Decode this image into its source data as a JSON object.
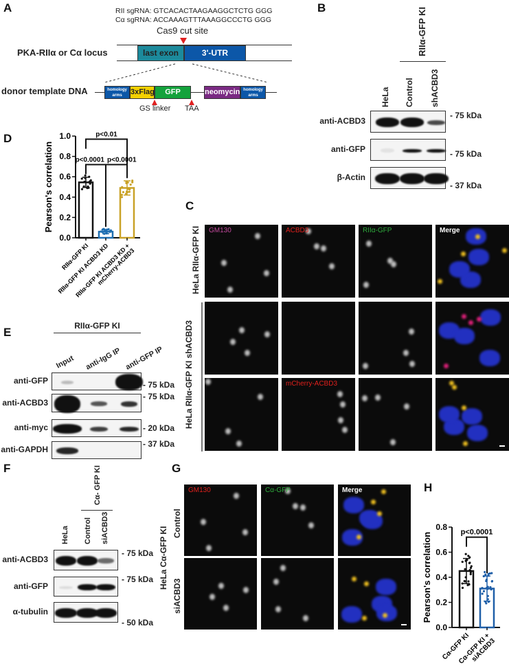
{
  "panels": {
    "A": "A",
    "B": "B",
    "C": "C",
    "D": "D",
    "E": "E",
    "F": "F",
    "G": "G",
    "H": "H"
  },
  "panelA": {
    "sgrna_rii": "RII sgRNA: GTCACACTAAGAAGGCTCTG GGG",
    "sgrna_ca": "Cα sgRNA: ACCAAAGTTTAAAGGCCCTG GGG",
    "cut_site": "Cas9 cut site",
    "locus_label": "PKA-RIIα or Cα locus",
    "last_exon": "last exon",
    "utr": "3'-UTR",
    "donor_label": "donor template DNA",
    "homology_arms": "homology arms",
    "flag": "3xFlag",
    "gfp": "GFP",
    "neomycin": "neomycin",
    "gs_linker": "GS linker",
    "taa": "TAA",
    "colors": {
      "exon": "#1c8a9c",
      "utr": "#0c57a8",
      "homology": "#0c57a8",
      "flag": "#f4d000",
      "gfp": "#14a23c",
      "neo": "#7a2a83",
      "cut": "#e02020"
    }
  },
  "panelB": {
    "group": "RIIα-GFP KI",
    "lanes": [
      "HeLa",
      "Control",
      "shACBD3"
    ],
    "rows": [
      {
        "label": "anti-ACBD3",
        "kda": "- 75 kDa"
      },
      {
        "label": "anti-GFP",
        "kda": "- 75 kDa"
      },
      {
        "label": "β-Actin",
        "kda": "- 37 kDa"
      }
    ]
  },
  "panelC": {
    "row_labels": [
      "HeLa RIIα-GFP KI",
      "HeLa RIIα-GFP KI shACBD3"
    ],
    "channels": [
      {
        "label": "GM130",
        "color": "#c2499c"
      },
      {
        "label": "ACBD3",
        "color": "#e0201c"
      },
      {
        "label": "RIIα-GFP",
        "color": "#2eaa3c"
      },
      {
        "label": "Merge",
        "color": "#ffffff"
      }
    ],
    "rescue_label": "mCherry-ACBD3"
  },
  "panelE": {
    "group": "RIIα-GFP KI",
    "lanes": [
      "Input",
      "anti-IgG IP",
      "anti-GFP IP"
    ],
    "rows": [
      {
        "label": "anti-GFP",
        "kda": "- 75 kDa"
      },
      {
        "label": "anti-ACBD3",
        "kda": "- 75 kDa"
      },
      {
        "label": "anti-myc",
        "kda": "- 20 kDa"
      },
      {
        "label": "anti-GAPDH",
        "kda": "- 37 kDa"
      }
    ]
  },
  "panelF": {
    "group": "Cα- GFP KI",
    "lanes": [
      "HeLa",
      "Control",
      "siACBD3"
    ],
    "rows": [
      {
        "label": "anti-ACBD3",
        "kda": "- 75 kDa"
      },
      {
        "label": "anti-GFP",
        "kda": "- 75 kDa"
      },
      {
        "label": "α-tubulin",
        "kda": "- 50 kDa"
      }
    ]
  },
  "panelG": {
    "group_label": "HeLa Cα-GFP KI",
    "row_labels": [
      "Control",
      "siACBD3"
    ],
    "channels": [
      {
        "label": "GM130",
        "color": "#e0201c"
      },
      {
        "label": "Cα-GFP",
        "color": "#2eaa3c"
      },
      {
        "label": "Merge",
        "color": "#ffffff"
      }
    ]
  },
  "chart_data": [
    {
      "panel": "D",
      "type": "bar",
      "ylabel": "Pearson's correlation",
      "ylim": [
        0,
        1.0
      ],
      "yticks": [
        "0.0",
        "0.2",
        "0.4",
        "0.6",
        "0.8",
        "1.0"
      ],
      "categories": [
        "RIIα-GFP KI",
        "RIIα-GFP KI ACBD3 KD",
        "RIIα-GFP KI ACBD3 KD +\nmCherry-ACBD3"
      ],
      "values": [
        0.545,
        0.06,
        0.49
      ],
      "sd": [
        0.05,
        0.02,
        0.07
      ],
      "colors": [
        "#111111",
        "#1f6fb2",
        "#c9a227"
      ],
      "comparisons": [
        {
          "pair": [
            0,
            2
          ],
          "label": "p<0.01",
          "level": 0.97
        },
        {
          "pair": [
            0,
            1
          ],
          "label": "p<0.0001",
          "level": 0.72
        },
        {
          "pair": [
            1,
            2
          ],
          "label": "p<0.0001",
          "level": 0.72
        }
      ]
    },
    {
      "panel": "H",
      "type": "bar",
      "ylabel": "Pearson's correlation",
      "ylim": [
        0,
        0.8
      ],
      "yticks": [
        "0.0",
        "0.2",
        "0.4",
        "0.6",
        "0.8"
      ],
      "categories": [
        "Cα-GFP KI",
        "Cα-GFP KI +\nsiACBD3"
      ],
      "values": [
        0.45,
        0.31
      ],
      "sd": [
        0.1,
        0.1
      ],
      "colors": [
        "#111111",
        "#1f5fa8"
      ],
      "comparisons": [
        {
          "pair": [
            0,
            1
          ],
          "label": "p<0.0001",
          "level": 0.72
        }
      ]
    }
  ]
}
